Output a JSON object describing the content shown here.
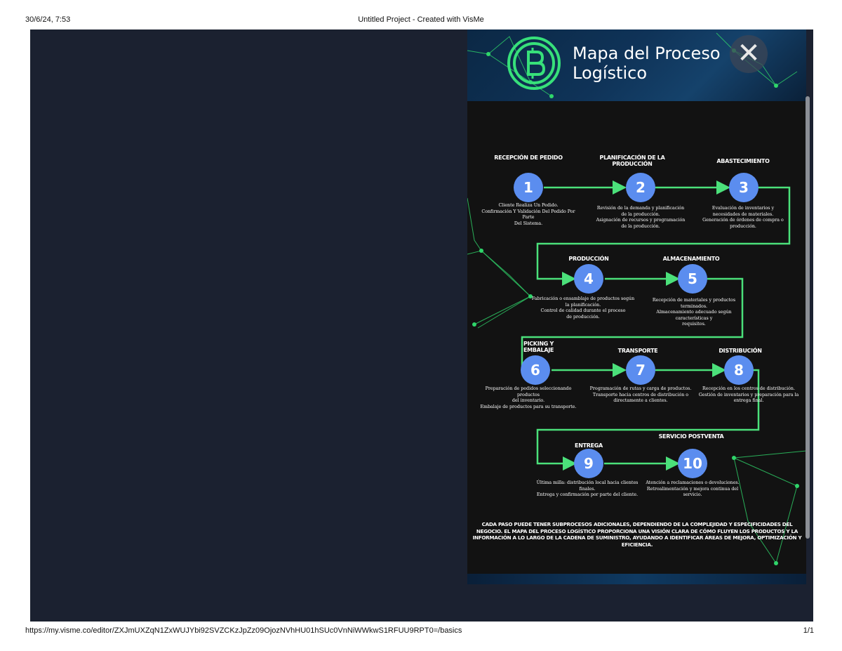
{
  "print_header": {
    "date": "30/6/24, 7:53",
    "title": "Untitled Project - Created with VisMe"
  },
  "print_footer": {
    "url": "https://my.visme.co/editor/ZXJmUXZqN1ZxWUJYbi92SVZCKzJpZz09OjozNVhHU01hSUc0VnNiWWkwS1RFUU9RPT0=/basics",
    "page": "1/1"
  },
  "poster": {
    "title": "Mapa del Proceso\nLogístico",
    "logo_icon": "bitcoin-logo-icon",
    "accent_color": "#4be07a",
    "circle_color": "#5b8def",
    "steps": [
      {
        "number": "1",
        "title": "RECEPCIÓN DE PEDIDO",
        "desc": "Cliente Realiza Un Pedido.\nConfirmación Y Validación Del Pedido Por Parte\nDel Sistema."
      },
      {
        "number": "2",
        "title": "PLANIFICACIÓN DE LA PRODUCCIÓN",
        "desc": "Revisión de la demanda y planificación\nde la producción.\nAsignación de recursos y programación\nde la producción."
      },
      {
        "number": "3",
        "title": "ABASTECIMIENTO",
        "desc": "Evaluación de inventarios y\nnecesidades de materiales.\nGeneración de órdenes de compra o\nproducción."
      },
      {
        "number": "4",
        "title": "PRODUCCIÓN",
        "desc": "Fabricación o ensamblaje de productos según\nla planificación.\nControl de calidad durante el proceso\nde producción."
      },
      {
        "number": "5",
        "title": "ALMACENAMIENTO",
        "desc": "Recepción de materiales y productos\nterminados.\nAlmacenamiento adecuado según\ncaracterísticas y\nrequisitos."
      },
      {
        "number": "6",
        "title": "PICKING Y EMBALAJE",
        "desc": "Preparación de pedidos seleccionando productos\ndel inventario.\nEmbalaje de productos para su transporte."
      },
      {
        "number": "7",
        "title": "TRANSPORTE",
        "desc": "Programación de rutas y carga de productos.\nTransporte hacia centros de distribución o\ndirectamente a clientes."
      },
      {
        "number": "8",
        "title": "DISTRIBUCIÓN",
        "desc": "Recepción en los centros de distribución.\nGestión de inventarios y preparación para la\nentrega final."
      },
      {
        "number": "9",
        "title": "ENTREGA",
        "desc": "Última milla: distribución local hacia clientes\nfinales.\nEntrega y confirmación por parte del cliente."
      },
      {
        "number": "10",
        "title": "SERVICIO POSTVENTA",
        "desc": "Atención a reclamaciones o devoluciones.\nRetroalimentación y mejora continua del\nservicio."
      }
    ],
    "summary": "CADA PASO PUEDE TENER SUBPROCESOS ADICIONALES, DEPENDIENDO DE LA COMPLEJIDAD Y ESPECIFICIDADES DEL NEGOCIO. EL MAPA DEL PROCESO LOGÍSTICO PROPORCIONA UNA VISIÓN CLARA DE CÓMO FLUYEN LOS PRODUCTOS Y LA INFORMACIÓN A LO LARGO DE LA CADENA DE SUMINISTRO, AYUDANDO A IDENTIFICAR ÁREAS DE MEJORA, OPTIMIZACIÓN Y EFICIENCIA."
  },
  "controls": {
    "close_label": "✕",
    "close_icon": "close-icon"
  }
}
